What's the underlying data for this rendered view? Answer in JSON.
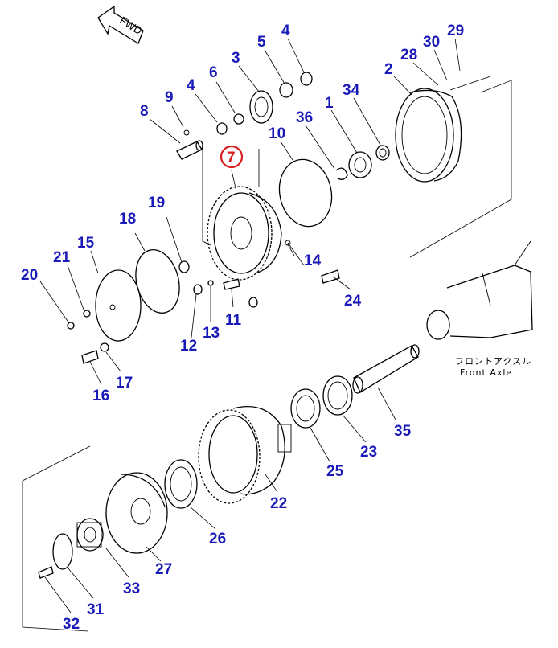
{
  "diagram": {
    "fwd_label": "FWD",
    "caption_jp": "フロントアクスル",
    "caption_en": "Front Axle",
    "highlight_color": "#d62020",
    "callout_color": "#1a1ab8",
    "callouts": [
      "1",
      "2",
      "3",
      "4",
      "4",
      "5",
      "6",
      "7",
      "8",
      "9",
      "10",
      "11",
      "12",
      "13",
      "14",
      "15",
      "16",
      "17",
      "18",
      "19",
      "20",
      "21",
      "22",
      "23",
      "24",
      "25",
      "26",
      "27",
      "28",
      "29",
      "30",
      "31",
      "32",
      "33",
      "34",
      "35",
      "36"
    ],
    "highlighted_callout": "7"
  }
}
